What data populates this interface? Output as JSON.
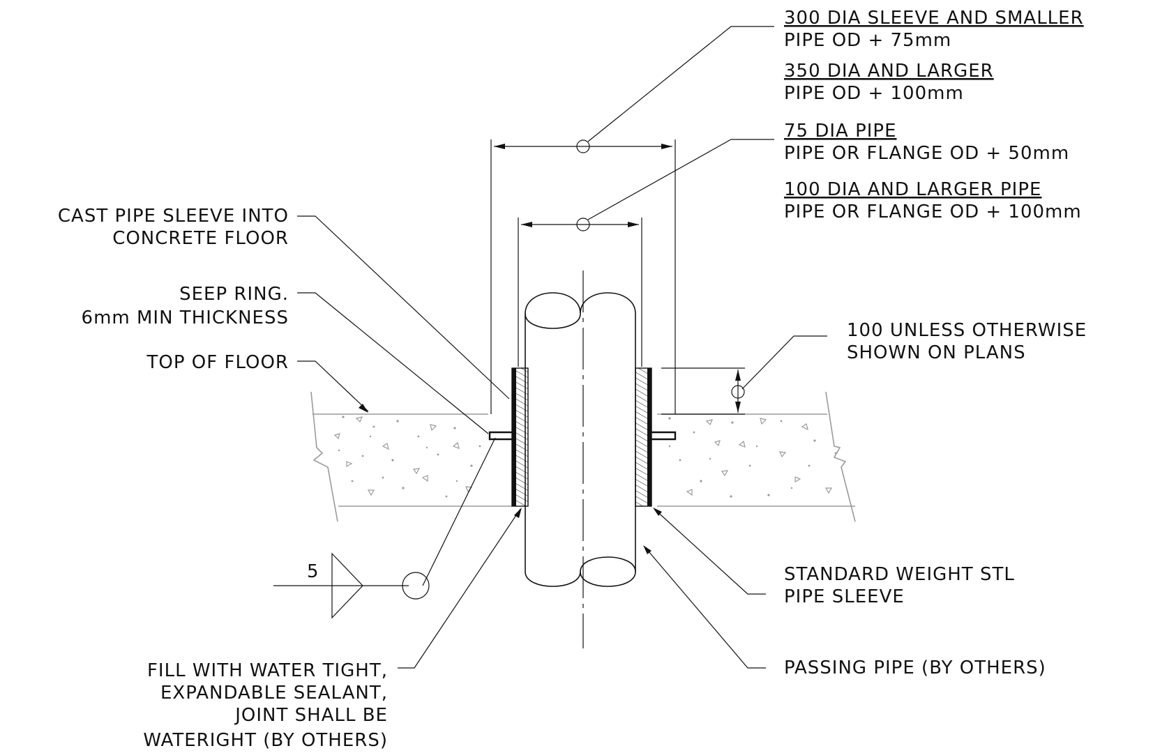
{
  "notes": {
    "sleeve_size": {
      "heading_small": "300 DIA SLEEVE AND SMALLER",
      "rule_small": "PIPE OD + 75mm",
      "heading_large": "350 DIA AND LARGER",
      "rule_large": "PIPE OD + 100mm"
    },
    "ring_size": {
      "heading_small": "75 DIA PIPE",
      "rule_small": "PIPE OR FLANGE OD + 50mm",
      "heading_large": "100 DIA AND LARGER PIPE",
      "rule_large": "PIPE OR FLANGE OD + 100mm"
    },
    "projection": {
      "line1": "100 UNLESS OTHERWISE",
      "line2": "SHOWN ON PLANS"
    },
    "cast_sleeve": {
      "line1": "CAST PIPE SLEEVE INTO",
      "line2": "CONCRETE FLOOR"
    },
    "seep_ring": {
      "line1": "SEEP RING.",
      "line2": "6mm MIN THICKNESS"
    },
    "top_of_floor": "TOP OF FLOOR",
    "sealant": {
      "line1": "FILL WITH WATER TIGHT,",
      "line2": "EXPANDABLE SEALANT,",
      "line3": "JOINT SHALL BE",
      "line4": "WATERIGHT (BY OTHERS)"
    },
    "std_sleeve": {
      "line1": "STANDARD WEIGHT STL",
      "line2": "PIPE SLEEVE"
    },
    "passing_pipe": "PASSING PIPE (BY OTHERS)"
  },
  "weld_symbol": {
    "size": "5"
  }
}
